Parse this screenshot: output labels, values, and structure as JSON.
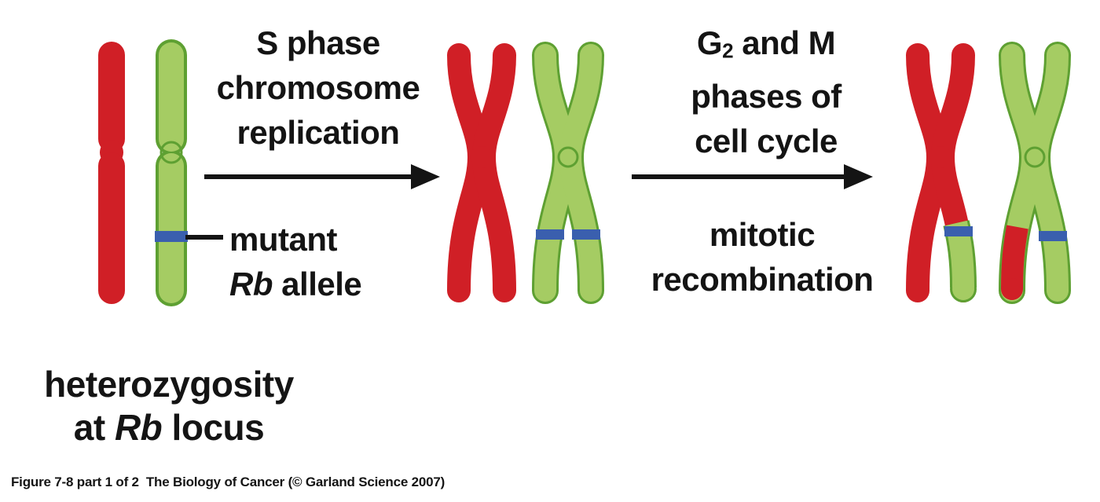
{
  "colors": {
    "red": "#d01f26",
    "green": "#a5cc63",
    "green_dark": "#5ea032",
    "blue": "#3a5fae",
    "black": "#141414",
    "background": "#ffffff"
  },
  "texts": {
    "s_phase": {
      "line1": "S phase",
      "line2": "chromosome",
      "line3": "replication"
    },
    "g2m": {
      "g": "G",
      "sub": "2",
      "rest": " and M",
      "line2": "phases of",
      "line3": "cell cycle"
    },
    "mitotic": {
      "line1": "mitotic",
      "line2": "recombination"
    },
    "mutant": {
      "line1": "mutant",
      "italic": "Rb",
      "rest": " allele"
    },
    "heterozygosity": {
      "line1": "heterozygosity",
      "prefix": "at ",
      "italic": "Rb",
      "suffix": " locus"
    },
    "caption": "Figure 7-8 part 1 of 2  The Biology of Cancer (© Garland Science 2007)"
  }
}
